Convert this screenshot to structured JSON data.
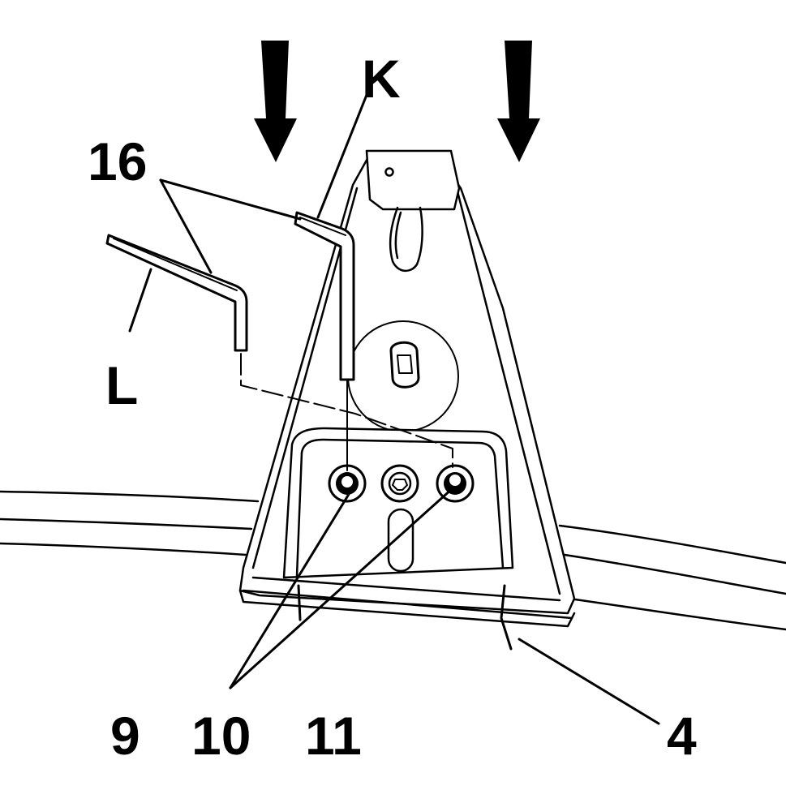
{
  "labels": {
    "k": "K",
    "l": "L",
    "n16": "16",
    "n9": "9",
    "n10": "10",
    "n11": "11",
    "n4": "4"
  },
  "colors": {
    "line": "#000000",
    "background": "#ffffff"
  }
}
